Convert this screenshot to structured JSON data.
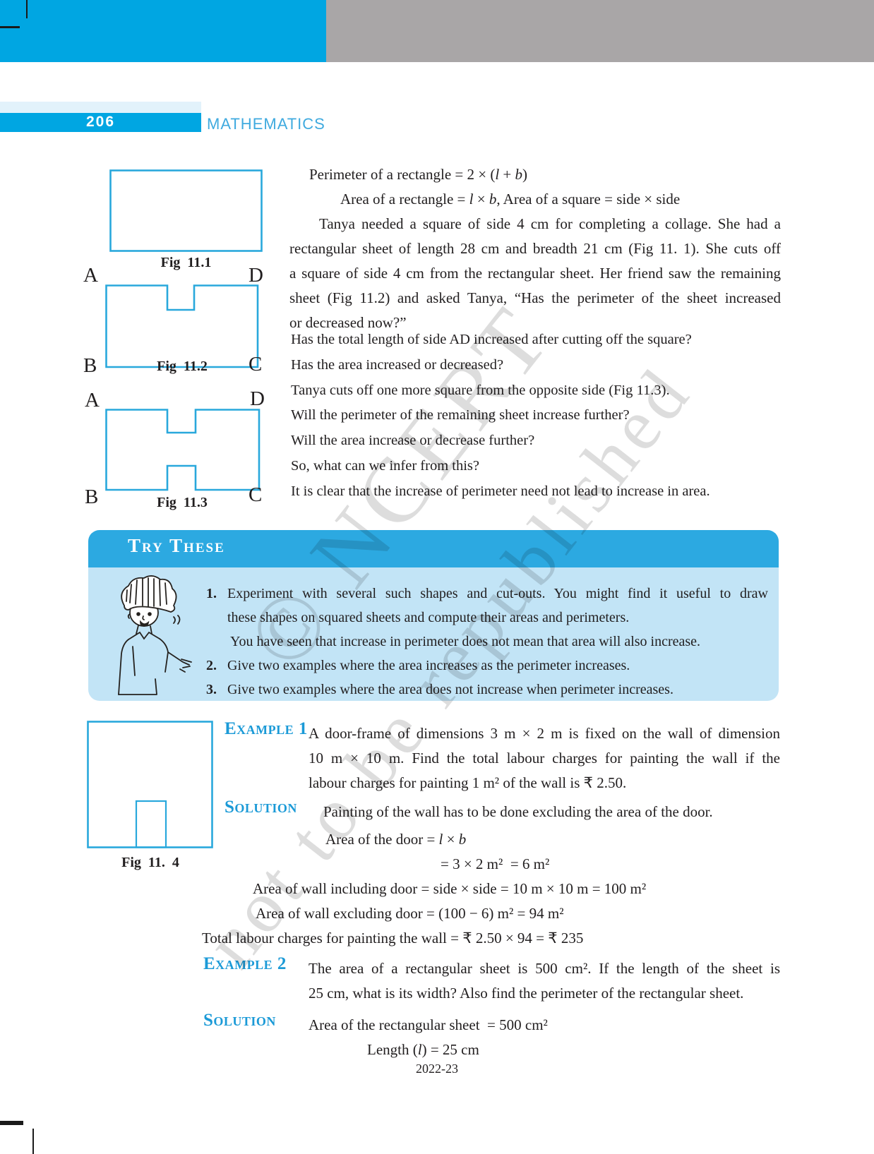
{
  "page": {
    "number": "206",
    "subject": "MATHEMATICS",
    "footer_year": "2022-23"
  },
  "colors": {
    "band_blue": "#00a6e2",
    "band_gray": "#a9a6a7",
    "figure_stroke": "#29a8dc",
    "box_header_blue": "#2ca9e1",
    "box_body_blue": "#c2e4f6",
    "label_blue": "#1b9ad7",
    "text": "#211e1f",
    "watermark_gray": "#c7c7c7"
  },
  "watermark": {
    "line1": "© NCERT",
    "line2": "not to be republished"
  },
  "intro": {
    "f1": [
      "Perimeter of a rectangle = 2 × (",
      "l",
      " + ",
      "b",
      ")"
    ],
    "f2": [
      "Area of a rectangle = ",
      "l",
      " × ",
      "b",
      ", Area of a square = side × side"
    ],
    "para_lines": [
      "Tanya needed a square of side 4 cm for completing a collage. She had a",
      "rectangular sheet of length 28 cm and breadth 21 cm (Fig 11. 1). She cuts off",
      "a square of side 4 cm from the rectangular sheet. Her friend saw the remaining",
      "sheet (Fig 11.2) and asked Tanya, “Has the perimeter of the sheet  increased",
      "or decreased now?”"
    ],
    "questions": [
      "Has the total length of side AD increased after cutting off the square?",
      "Has the area increased or decreased?",
      "Tanya cuts off one more square from the opposite side (Fig 11.3).",
      "Will the perimeter of the remaining sheet increase further?",
      "Will the area increase or decrease further?",
      "So, what can we infer from this?",
      "It is clear that the increase of perimeter need not lead to increase in area."
    ]
  },
  "figures": {
    "fig1": {
      "caption": "Fig 11.1"
    },
    "fig2": {
      "caption": "Fig 11.2",
      "corner_a": "A",
      "corner_b": "B",
      "corner_c": "C",
      "corner_d": "D"
    },
    "fig3": {
      "caption": "Fig 11.3",
      "corner_a": "A",
      "corner_b": "B",
      "corner_c": "C",
      "corner_d": "D"
    },
    "fig4": {
      "caption": "Fig 11. 4"
    }
  },
  "try_these": {
    "title": "Try These",
    "item1_num": "1.",
    "item1_line1": "Experiment with several such shapes and cut-outs. You might find it useful to draw",
    "item1_line2": "these shapes on squared sheets and compute their areas and perimeters.",
    "item1_note": "You have seen that increase in perimeter does not mean that area will also increase.",
    "item2_num": "2.",
    "item2_text": "Give two examples where the area increases as the perimeter increases.",
    "item3_num": "3.",
    "item3_text": "Give two examples where the area does not increase when perimeter increases."
  },
  "example1": {
    "label": "Example",
    "number": "1",
    "line1": "A door-frame of dimensions 3 m × 2 m is fixed on the wall of dimension",
    "line2": "10 m × 10 m. Find the total labour charges for painting the wall if the",
    "line3": "labour charges for painting 1 m² of the wall is ₹ 2.50.",
    "solution_label": "Solution",
    "solution_line": "Painting of the wall has to be done excluding the area of the door.",
    "door_area": [
      "Area of the door = ",
      "l",
      " × ",
      "b"
    ],
    "door_calc": "= 3 × 2 m²  = 6 m²",
    "wall_incl": "Area of wall including door = side × side = 10 m × 10 m = 100 m²",
    "wall_excl": "Area of wall excluding door = (100 − 6) m² = 94 m²",
    "total": "Total labour charges for painting the wall = ₹ 2.50 × 94 = ₹ 235"
  },
  "example2": {
    "label": "Example",
    "number": "2",
    "line1": "The area of a rectangular sheet is 500 cm². If the length of the sheet is",
    "line2": "25 cm, what is its width? Also find the perimeter of the rectangular sheet.",
    "solution_label": "Solution",
    "solution_line": "Area of the rectangular sheet  = 500 cm²",
    "length_line": [
      "Length (",
      "l",
      ") = 25 cm"
    ]
  }
}
